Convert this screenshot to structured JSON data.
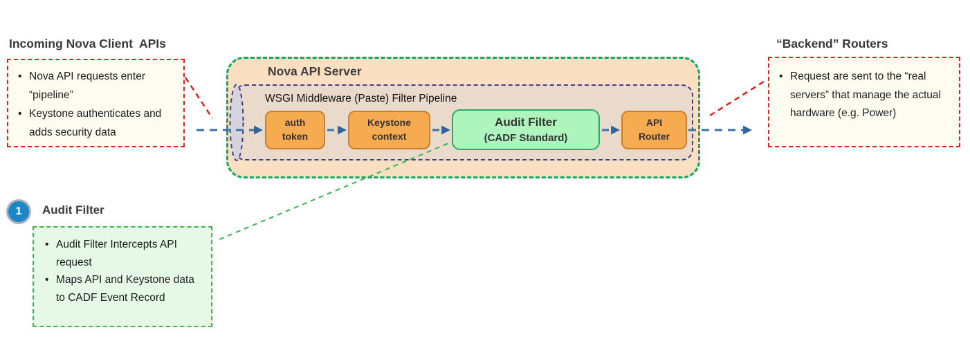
{
  "left_note": {
    "title": "Incoming Nova Client  APIs",
    "bullets": [
      "Nova API requests enter “pipeline”",
      "Keystone authenticates and adds security data"
    ]
  },
  "server": {
    "title": "Nova API Server",
    "pipeline_title": "WSGI Middleware (Paste) Filter Pipeline",
    "stages": [
      {
        "label": "auth\ntoken"
      },
      {
        "label": "Keystone\ncontext"
      },
      {
        "label": "Audit Filter",
        "sublabel": "(CADF Standard)"
      },
      {
        "label": "API\nRouter"
      }
    ]
  },
  "right_note": {
    "title": "“Backend” Routers",
    "bullets": [
      "Request are sent to the “real servers” that manage the actual hardware (e.g. Power)"
    ]
  },
  "step": {
    "number": "1",
    "title": "Audit Filter",
    "bullets": [
      "Audit Filter Intercepts API request",
      "Maps API and Keystone data to CADF Event Record"
    ]
  },
  "colors": {
    "server_border_green": "#0ca765",
    "server_fill_peach": "#fbdfc2",
    "pipeline_border_purple": "#3f3f88",
    "pipeline_fill_tan": "#e9dacb",
    "stage_orange_fill": "#f7ab50",
    "stage_orange_border": "#c9802e",
    "audit_green_fill": "#aef4bd",
    "audit_green_border": "#2ea864",
    "note_red_border": "#e01e1e",
    "note_cream_fill": "#fdfcf0",
    "gnote_green_border": "#3cb54d",
    "gnote_green_fill": "#e6f9e6",
    "arrow_blue": "#3c70a6",
    "step_circle_blue": "#1c87c6"
  }
}
